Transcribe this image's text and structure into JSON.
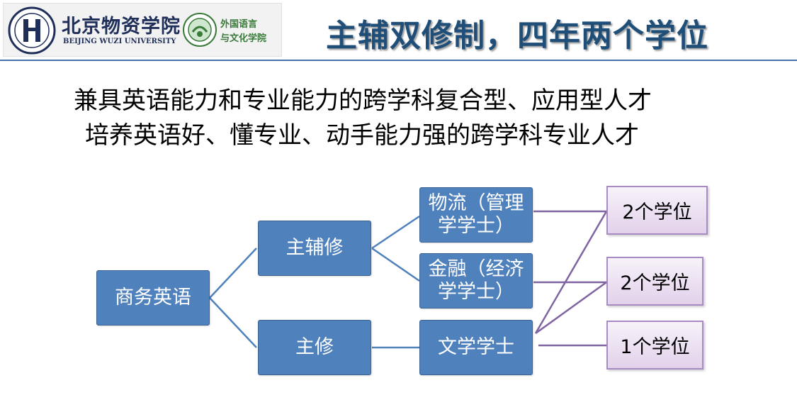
{
  "header": {
    "logo_cn": "北京物资学院",
    "logo_en": "BEIJING WUZI UNIVERSITY",
    "dept_line1": "外国语言",
    "dept_line2": "与文化学院"
  },
  "title": "主辅双修制，四年两个学位",
  "taglines": [
    "兼具英语能力和专业能力的跨学科复合型、应用型人才",
    "培养英语好、懂专业、动手能力强的跨学科专业人才"
  ],
  "diagram": {
    "root": "商务英语",
    "tracks": {
      "major_minor": "主辅修",
      "major": "主修"
    },
    "programs": {
      "logistics_line1": "物流（管理",
      "logistics_line2": "学学士）",
      "finance_line1": "金融（经济",
      "finance_line2": "学学士）",
      "arts": "文学学士"
    },
    "degrees": [
      "2个学位",
      "2个学位",
      "1个学位"
    ]
  },
  "colors": {
    "node_fill": "#4f81bd",
    "connector_blue": "#4f81bd",
    "connector_purple": "#8064a2",
    "degree_fill": "#e6d7ee",
    "title": "#1f4e79"
  }
}
